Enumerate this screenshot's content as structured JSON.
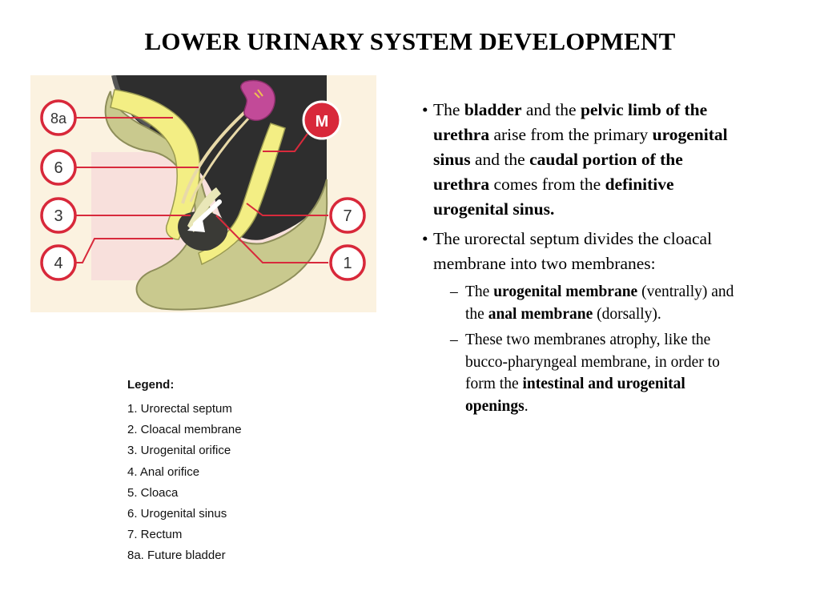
{
  "title": "LOWER URINARY SYSTEM DEVELOPMENT",
  "figure": {
    "labels": {
      "l8a": "8a",
      "l6": "6",
      "l3": "3",
      "l4": "4",
      "l7": "7",
      "l1": "1",
      "lM": "M"
    },
    "colors": {
      "label_ring": "#d8283a",
      "callout_line": "#d82a3c",
      "box_fill": "#f8e0dc",
      "panel_bg": "#fbf2e0",
      "body_tissue": "#c9c98e",
      "urogenital_sinus": "#f3ee84",
      "rectum_dark": "#2e2e2e",
      "kidney": "#c24a98"
    }
  },
  "legend": {
    "title": "Legend:",
    "items": [
      "1. Urorectal septum",
      "2. Cloacal membrane",
      "3. Urogenital orifice",
      "4. Anal orifice",
      "5. Cloaca",
      "6. Urogenital sinus",
      "7. Rectum",
      "8a. Future bladder"
    ]
  },
  "bullets": {
    "marker": "•",
    "sub_marker": "–",
    "b1": {
      "t1": "The ",
      "t2": "bladder",
      "t3": " and the ",
      "t4": "pelvic limb of the urethra",
      "t5": " arise from the primary ",
      "t6": "urogenital sinus",
      "t7": " and the ",
      "t8": "caudal portion of the urethra",
      "t9": " comes from the ",
      "t10": "definitive urogenital sinus."
    },
    "b2": {
      "t1": "The urorectal septum divides the cloacal membrane into two membranes:"
    },
    "s1": {
      "t1": "The ",
      "t2": "urogenital membrane",
      "t3": " (ventrally) and the ",
      "t4": "anal membrane",
      "t5": " (dorsally)."
    },
    "s2": {
      "t1": "These two membranes atrophy, like the bucco-pharyngeal membrane, in order to form the ",
      "t2": "intestinal and urogenital openings",
      "t3": "."
    }
  }
}
